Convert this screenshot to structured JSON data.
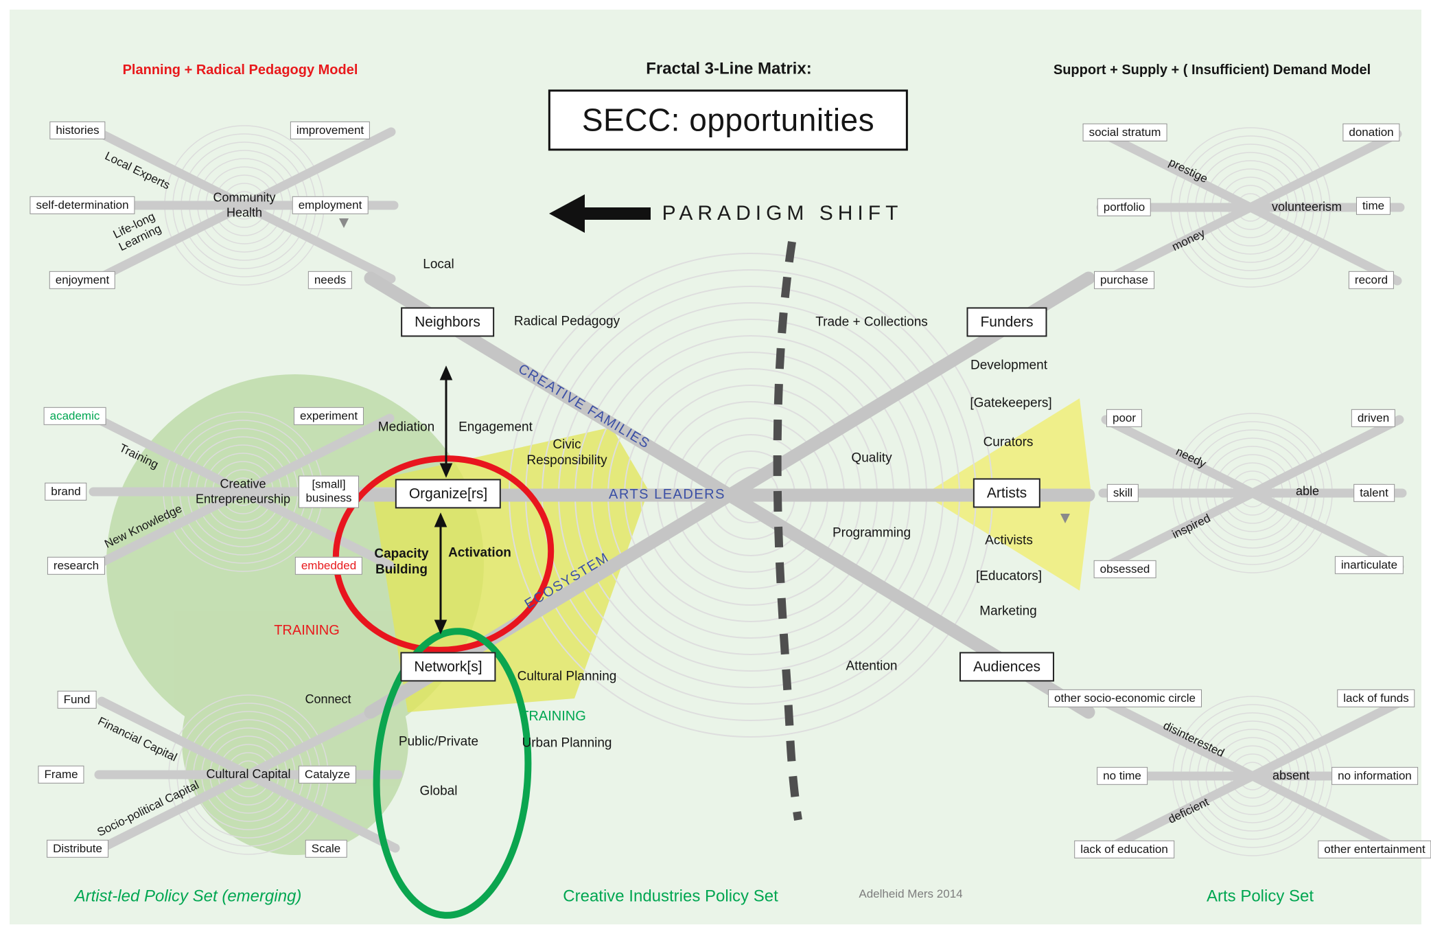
{
  "header": {
    "left_title": "Planning + Radical Pedagogy Model",
    "center_title": "Fractal 3-Line Matrix:",
    "secc_box": "SECC: opportunities",
    "right_title": "Support + Supply + ( Insufficient) Demand Model",
    "paradigm_shift": "PARADIGM SHIFT"
  },
  "footer": {
    "artist_led": "Artist-led Policy Set (emerging)",
    "creative_industries": "Creative Industries  Policy Set",
    "credit": "Adelheid Mers 2014",
    "arts_policy": "Arts Policy Set"
  },
  "diagrams": {
    "community_health": {
      "center": "Community Health",
      "top_left": "histories",
      "top_right": "improvement",
      "mid_left": "self-determination",
      "mid_right": "employment",
      "bottom_left": "enjoyment",
      "bottom_right": "needs",
      "diag_upper": "Local Experts",
      "diag_lower": "Life-long Learning"
    },
    "creative_entrepreneurship": {
      "center": "Creative Entrepreneurship",
      "top_left": "academic",
      "top_right": "experiment",
      "mid_left": "brand",
      "mid_right": "[small] business",
      "bottom_left": "research",
      "bottom_right": "embedded",
      "diag_upper": "Training",
      "diag_lower": "New Knowledge"
    },
    "cultural_capital": {
      "center": "Cultural Capital",
      "top_left": "Fund",
      "top_right": "Connect",
      "mid_left": "Frame",
      "mid_right": "Catalyze",
      "bottom_left": "Distribute",
      "bottom_right": "Scale",
      "diag_upper": "Financial Capital",
      "diag_lower": "Socio-political Capital"
    },
    "volunteerism": {
      "center": "volunteerism",
      "top_left": "social stratum",
      "top_right": "donation",
      "mid_left": "portfolio",
      "mid_right": "time",
      "bottom_left": "purchase",
      "bottom_right": "record",
      "diag_upper": "prestige",
      "diag_lower": "money"
    },
    "able": {
      "center": "able",
      "top_left": "poor",
      "top_right": "driven",
      "mid_left": "skill",
      "mid_right": "talent",
      "bottom_left": "obsessed",
      "bottom_right": "inarticulate",
      "diag_upper": "needy",
      "diag_lower": "inspired"
    },
    "absent": {
      "center": "absent",
      "top_left": "other socio-economic circle",
      "top_right": "lack of funds",
      "mid_left": "no time",
      "mid_right": "no information",
      "bottom_left": "lack of education",
      "bottom_right": "other entertainment",
      "diag_upper": "disinterested",
      "diag_lower": "deficient"
    }
  },
  "matrix": {
    "local": "Local",
    "neighbors": "Neighbors",
    "radical_pedagogy": "Radical Pedagogy",
    "trade_collections": "Trade + Collections",
    "funders": "Funders",
    "development": "Development",
    "gatekeepers": "[Gatekeepers]",
    "curators": "Curators",
    "mediation": "Mediation",
    "engagement": "Engagement",
    "civic_responsibility": "Civic Responsibility",
    "creative_families": "CREATIVE FAMILIES",
    "arts_leaders": "ARTS LEADERS",
    "ecosystem": "ECOSYSTEM",
    "organizers": "Organize[rs]",
    "artists": "Artists",
    "quality": "Quality",
    "programming": "Programming",
    "activists": "Activists",
    "educators": "[Educators]",
    "marketing": "Marketing",
    "capacity_building": "Capacity Building",
    "activation": "Activation",
    "training_red": "TRAINING",
    "networks": "Network[s]",
    "cultural_planning": "Cultural Planning",
    "audiences": "Audiences",
    "attention": "Attention",
    "training_green": "TRAINING",
    "public_private": "Public/Private",
    "urban_planning": "Urban Planning",
    "global": "Global"
  },
  "colors": {
    "background": "#eaf4e8",
    "accent_red": "#e8191c",
    "accent_green": "#00a651",
    "accent_blue": "#3a4fa5",
    "line_gray": "#c7c7c7",
    "highlight_yellow": "#eef07a",
    "blob_green": "#bcd9a5"
  }
}
